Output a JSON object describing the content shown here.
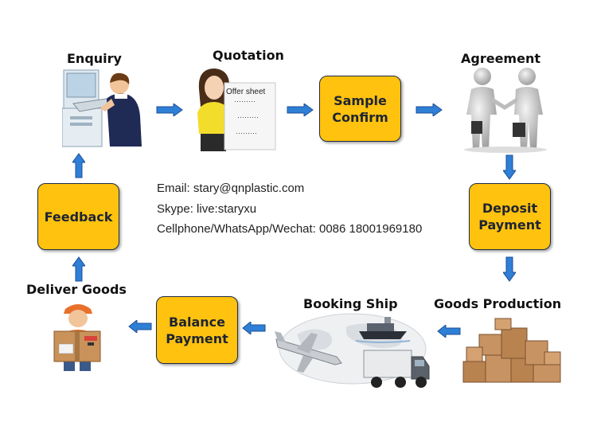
{
  "colors": {
    "box_fill": "#ffc20e",
    "box_border": "#1e2a44",
    "arrow": "#2f7fd6",
    "arrow_edge": "#1c4f96"
  },
  "titles": {
    "enquiry": "Enquiry",
    "quotation": "Quotation",
    "agreement": "Agreement",
    "deliver_goods": "Deliver Goods",
    "booking_ship": "Booking Ship",
    "goods_production": "Goods Production"
  },
  "boxes": {
    "sample_confirm": "Sample\nConfirm",
    "deposit_payment": "Deposit\nPayment",
    "feedback": "Feedback",
    "balance_payment": "Balance\nPayment"
  },
  "offer_sheet": {
    "heading": "Offer sheet",
    "dots": "·········"
  },
  "contact": {
    "email": "Email: stary@qnplastic.com",
    "skype": "Skype: live:staryxu",
    "phone": "Cellphone/WhatsApp/Wechat: 0086 18001969180"
  },
  "icons": [
    "computer-user-icon",
    "woman-offer-sheet-icon",
    "handshake-icon",
    "delivery-man-icon",
    "plane-ship-truck-icon",
    "cardboard-boxes-icon"
  ]
}
